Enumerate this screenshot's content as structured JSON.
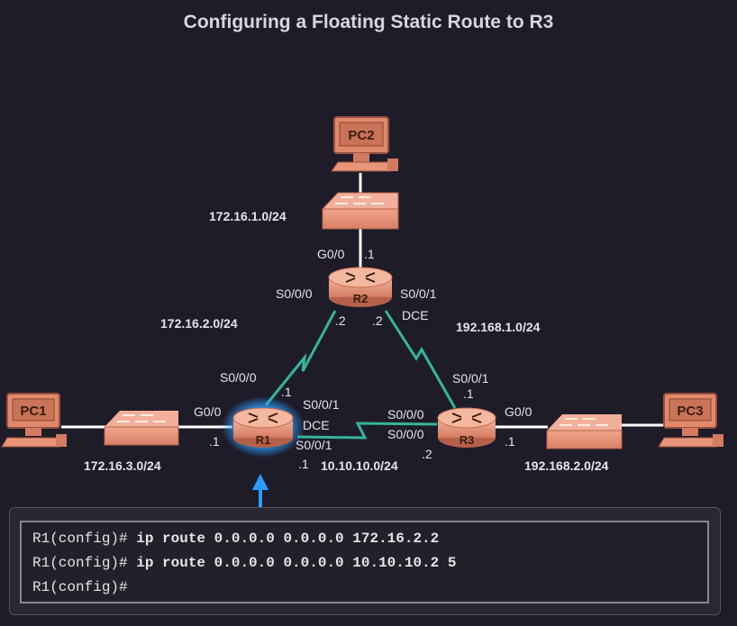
{
  "title": "Configuring a Floating Static Route to R3",
  "colors": {
    "background": "#1f1c29",
    "device": "#e8957a",
    "device_dark": "#b5604a",
    "serial_link": "#35b59a",
    "ethernet_link": "#ffffff",
    "highlight": "#2c9dff",
    "label_text": "#e6e4e8"
  },
  "devices": {
    "pc1": "PC1",
    "pc2": "PC2",
    "pc3": "PC3",
    "r1": "R1",
    "r2": "R2",
    "r3": "R3"
  },
  "networks": {
    "pc1_lan": "172.16.3.0/24",
    "pc2_lan": "172.16.1.0/24",
    "pc3_lan": "192.168.2.0/24",
    "r1_r2": "172.16.2.0/24",
    "r2_r3": "192.168.1.0/24",
    "r1_r3": "10.10.10.0/24"
  },
  "interfaces": {
    "r2_g00": "G0/0",
    "r2_g00_ip": ".1",
    "r2_s000": "S0/0/0",
    "r2_s001": "S0/0/1",
    "r2_dce": "DCE",
    "r2_s000_ip": ".2",
    "r2_s001_ip": ".2",
    "r1_s000": "S0/0/0",
    "r1_s000_ip": ".1",
    "r1_g00": "G0/0",
    "r1_g00_ip": ".1",
    "r1_s001": "S0/0/1",
    "r1_dce": "DCE",
    "r1_s001_b": "S0/0/1",
    "r1_s001_ip": ".1",
    "r3_s001": "S0/0/1",
    "r3_s001_ip": ".1",
    "r3_s000_a": "S0/0/0",
    "r3_s000_b": "S0/0/0",
    "r3_s000_ip": ".2",
    "r3_g00": "G0/0",
    "r3_g00_ip": ".1"
  },
  "cli": {
    "line1_prompt": "R1(config)# ",
    "line1_cmd": "ip route 0.0.0.0 0.0.0.0 172.16.2.2",
    "line2_prompt": "R1(config)# ",
    "line2_cmd": "ip route 0.0.0.0 0.0.0.0 10.10.10.2 5",
    "line3_prompt": "R1(config)#"
  }
}
